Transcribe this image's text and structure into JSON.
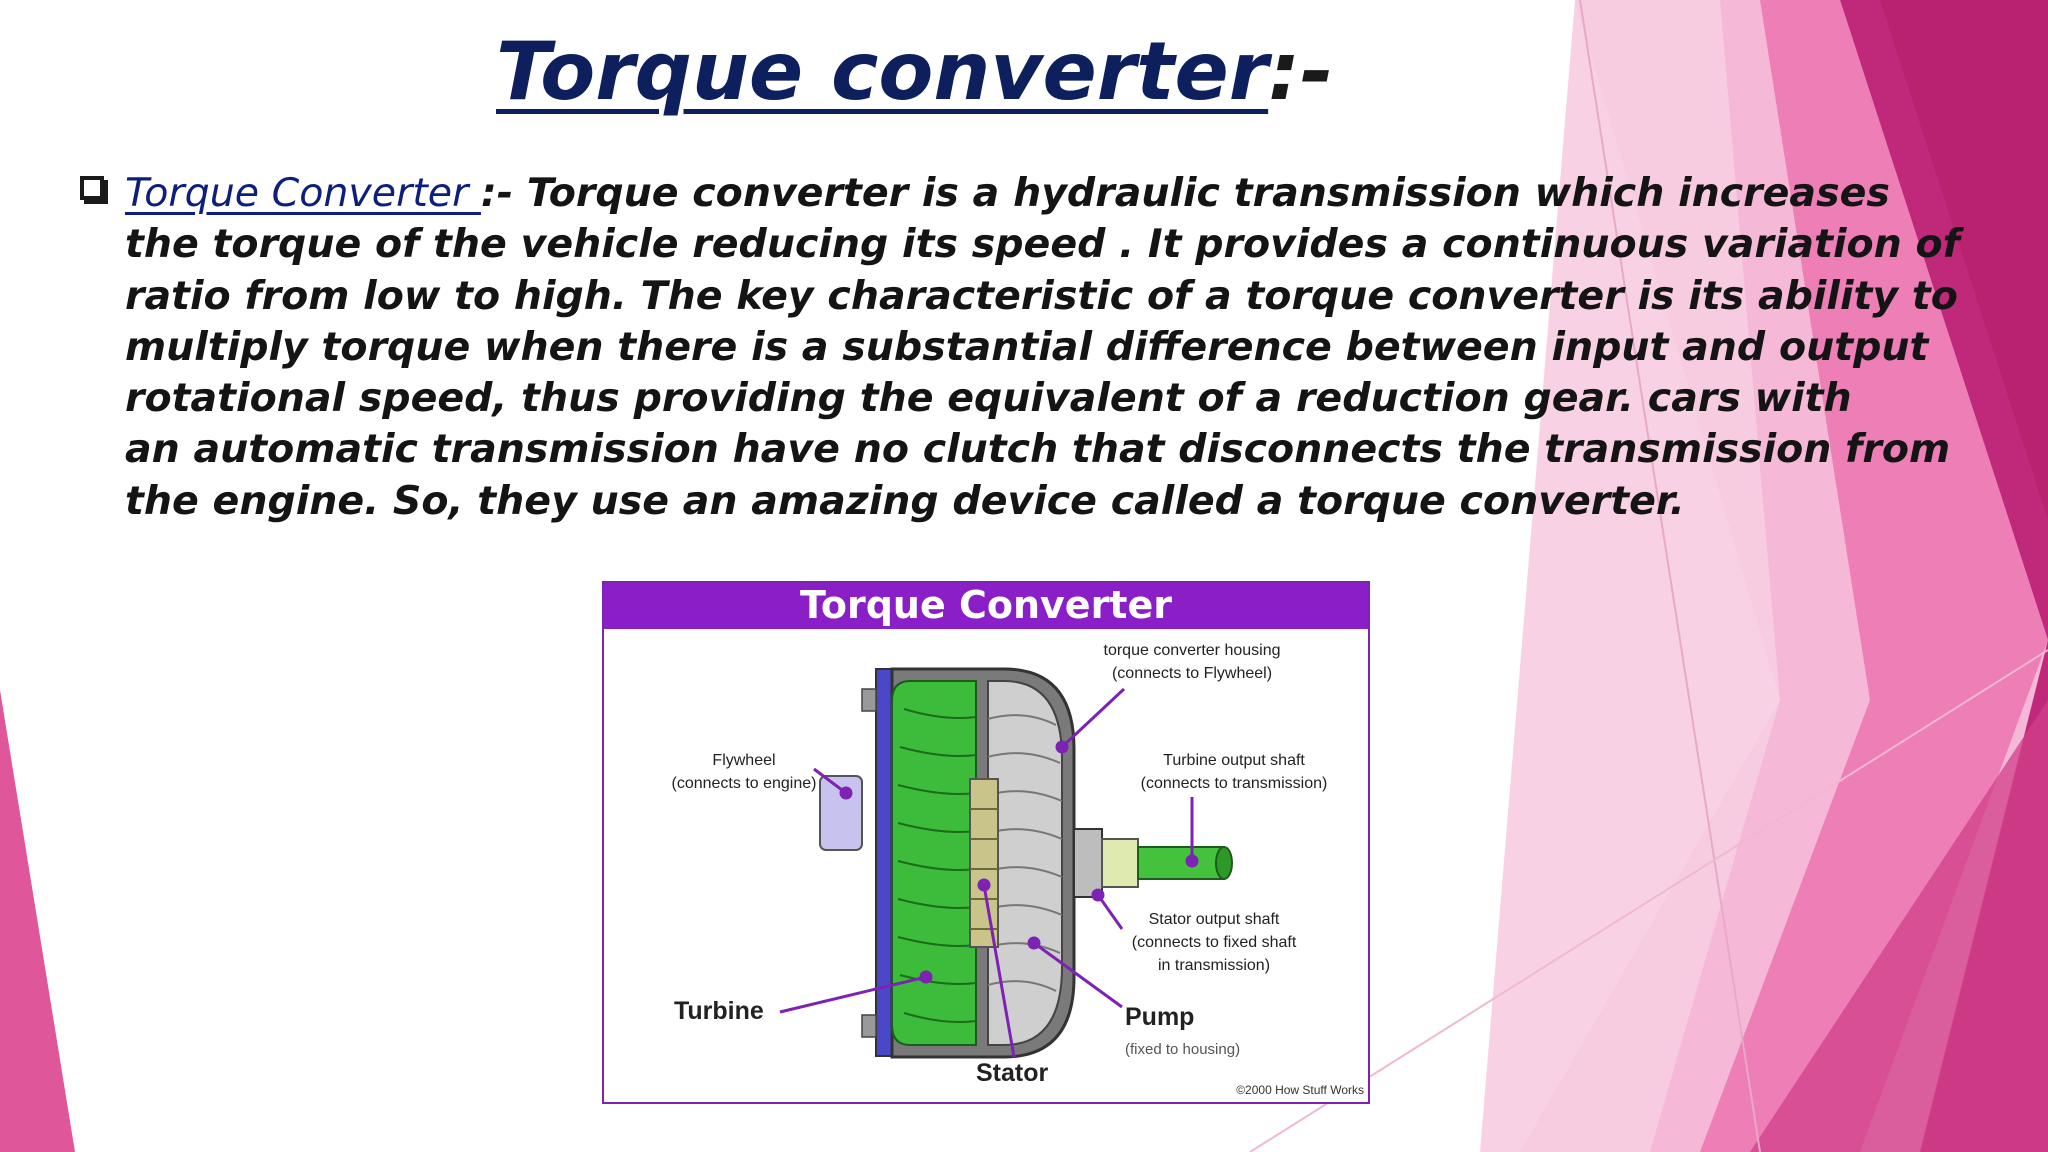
{
  "slide": {
    "title": "Torque converter",
    "title_suffix": ":-",
    "bullet": {
      "term": "Torque Converter ",
      "separator": ":- ",
      "lines": [
        "Torque converter is a hydraulic transmission which increases",
        "the torque of the vehicle reducing its speed . It provides a continuous variation of",
        "ratio from low to high. The key characteristic of a torque converter is its ability to",
        "multiply torque when there is a substantial difference between input and output",
        "rotational speed, thus providing the equivalent of a reduction gear. cars with",
        "an automatic transmission have no clutch that disconnects the transmission from",
        "the engine. So, they use an amazing device called a torque converter."
      ]
    }
  },
  "figure": {
    "header": "Torque Converter",
    "labels": {
      "housing_line1": "torque converter housing",
      "housing_line2": "(connects to Flywheel)",
      "flywheel_line1": "Flywheel",
      "flywheel_line2": "(connects to engine)",
      "turbine_shaft_line1": "Turbine output shaft",
      "turbine_shaft_line2": "(connects to transmission)",
      "stator_shaft_line1": "Stator output shaft",
      "stator_shaft_line2": "(connects to fixed shaft",
      "stator_shaft_line3": "in transmission)",
      "turbine": "Turbine",
      "pump": "Pump",
      "pump_note": "(fixed to housing)",
      "stator": "Stator",
      "copyright": "©2000 How Stuff Works"
    }
  },
  "colors": {
    "title": "#0d1f5c",
    "body_text": "#141414",
    "figure_header": "#8a1fc8",
    "accent_pink": "#e0478f",
    "accent_magenta": "#b81f70",
    "turbine_green": "#3dbb3a"
  }
}
